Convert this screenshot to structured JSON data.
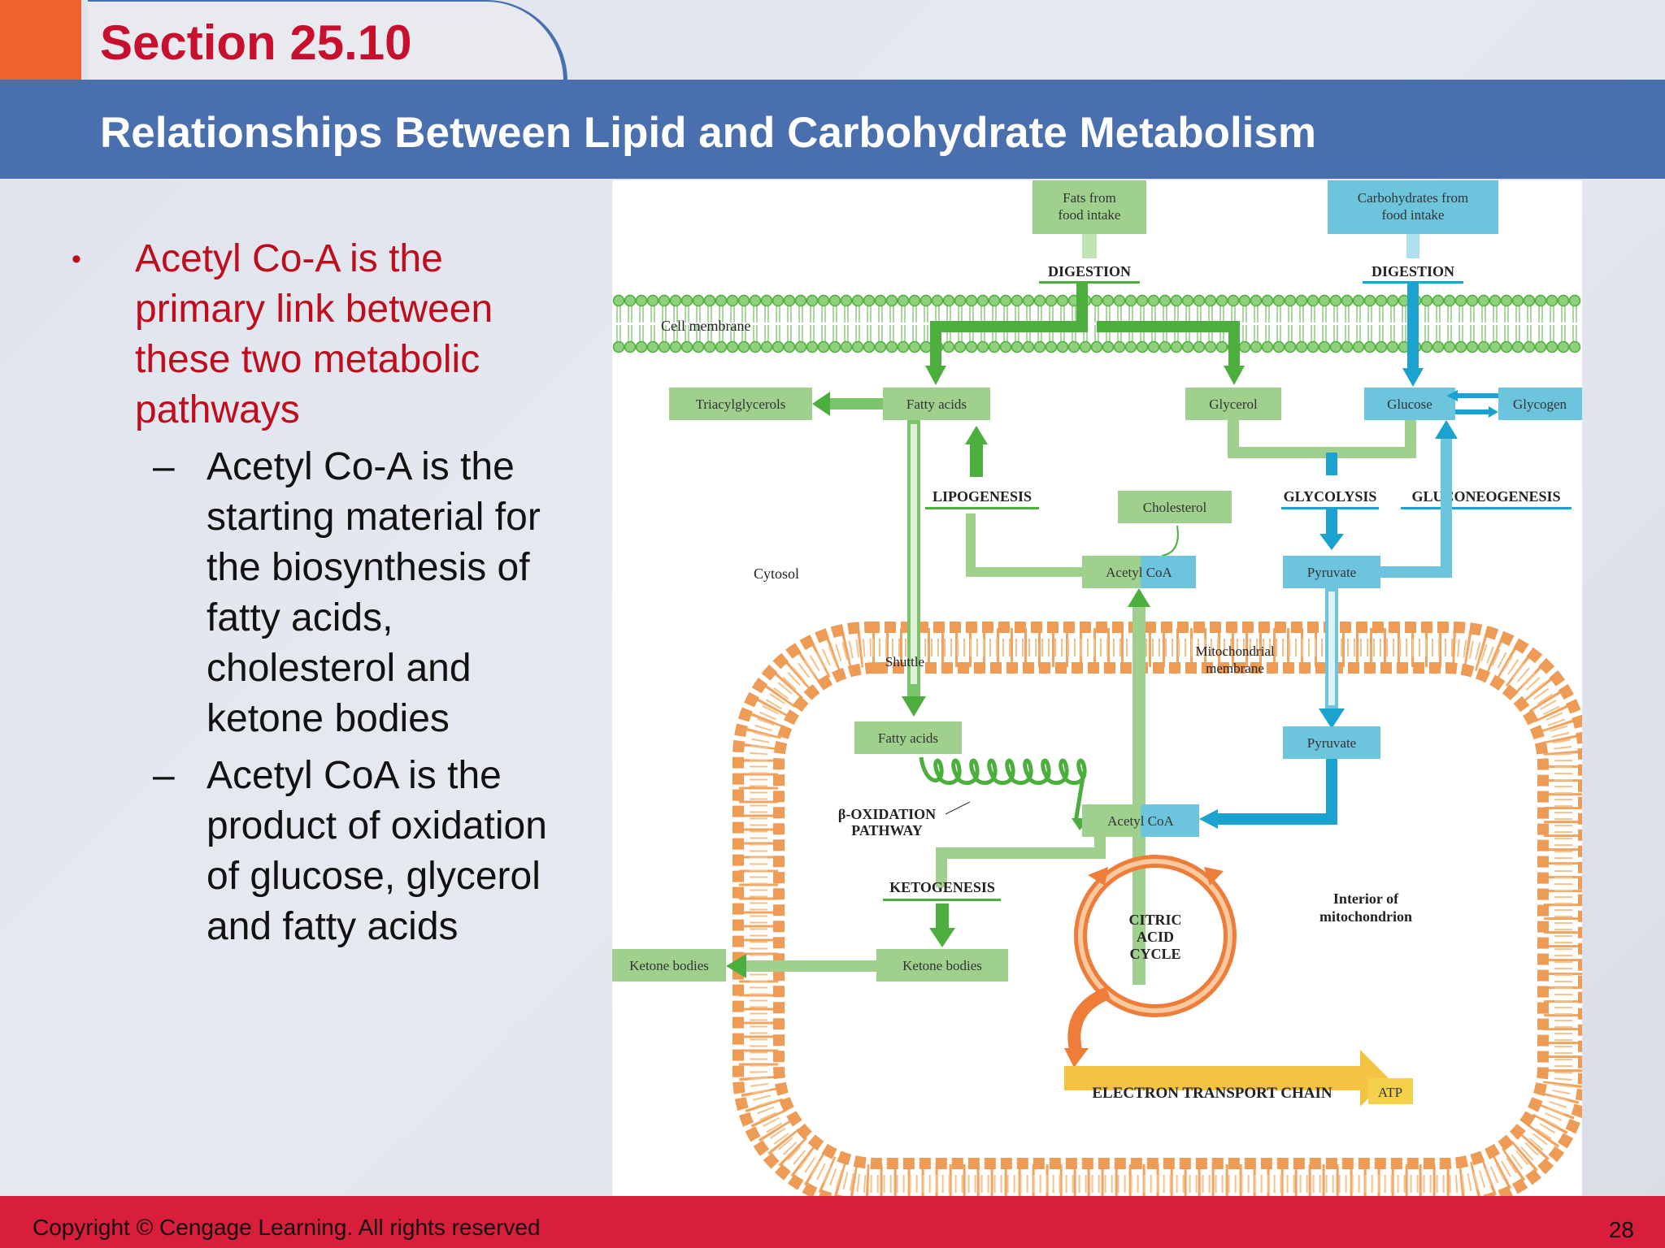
{
  "header": {
    "section": "Section 25.10",
    "title": "Relationships Between Lipid and Carbohydrate Metabolism"
  },
  "bullets": {
    "main": "Acetyl Co-A is the primary link between these two metabolic pathways",
    "sub1": "Acetyl Co-A is the starting material for the biosynthesis of fatty acids, cholesterol and ketone bodies",
    "sub2": "Acetyl CoA is the product of oxidation of glucose, glycerol and fatty acids"
  },
  "diagram": {
    "fats_intake": [
      "Fats from",
      "food intake"
    ],
    "carbs_intake": [
      "Carbohydrates from",
      "food intake"
    ],
    "digestion_left": "DIGESTION",
    "digestion_right": "DIGESTION",
    "cell_membrane": "Cell membrane",
    "triacylglycerols": "Triacylglycerols",
    "fatty_acids_top": "Fatty acids",
    "glycerol": "Glycerol",
    "glucose": "Glucose",
    "glycogen": "Glycogen",
    "lipogenesis": "LIPOGENESIS",
    "cholesterol": "Cholesterol",
    "glycolysis": "GLYCOLYSIS",
    "gluconeogenesis": "GLUCONEOGENESIS",
    "cytosol": "Cytosol",
    "acetyl_coa_top": "Acetyl CoA",
    "pyruvate_top": "Pyruvate",
    "shuttle": "Shuttle",
    "mito_membrane": [
      "Mitochondrial",
      "membrane"
    ],
    "fatty_acids_mito": "Fatty acids",
    "pyruvate_mito": "Pyruvate",
    "beta_oxidation": [
      "β-OXIDATION",
      "PATHWAY"
    ],
    "acetyl_coa_mito": "Acetyl CoA",
    "ketogenesis": "KETOGENESIS",
    "citric_acid": [
      "CITRIC",
      "ACID",
      "CYCLE"
    ],
    "interior": [
      "Interior of",
      "mitochondrion"
    ],
    "ketone_bodies_out": "Ketone bodies",
    "ketone_bodies_in": "Ketone bodies",
    "etc": "ELECTRON TRANSPORT CHAIN",
    "atp": "ATP"
  },
  "colors": {
    "green_box": "#9fd08d",
    "blue_box": "#6cc5dd",
    "green_arrow": "#4cae3c",
    "blue_arrow": "#1ba3cf",
    "orange": "#ee7d3a",
    "yellow": "#f5c342"
  },
  "footer": {
    "copyright": "Copyright © Cengage Learning. All rights reserved",
    "page": "28"
  }
}
